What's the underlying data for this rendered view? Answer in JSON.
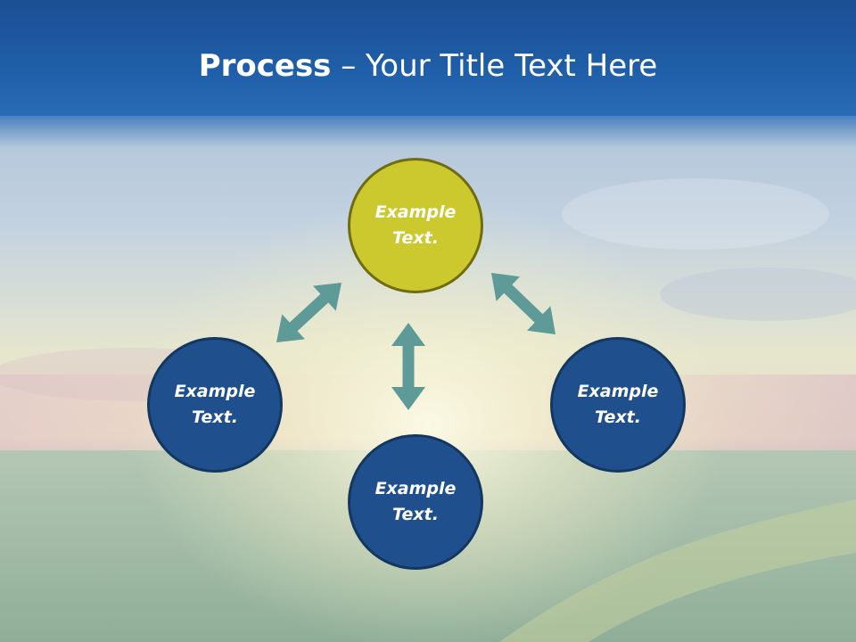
{
  "title": {
    "bold": "Process",
    "rest": " – Your Title Text Here"
  },
  "nodes": {
    "top": {
      "label": "Example\nText.",
      "fill": "#cbc92e",
      "border": "#6f6c12"
    },
    "left": {
      "label": "Example\nText.",
      "fill": "#1f4f8c",
      "border": "#14375f"
    },
    "bottom": {
      "label": "Example\nText.",
      "fill": "#1f4f8c",
      "border": "#14375f"
    },
    "right": {
      "label": "Example\nText.",
      "fill": "#1f4f8c",
      "border": "#14375f"
    }
  },
  "colors": {
    "title_bar": "#1f5ea8",
    "arrow": "#5e9a98",
    "text": "#ffffff"
  }
}
